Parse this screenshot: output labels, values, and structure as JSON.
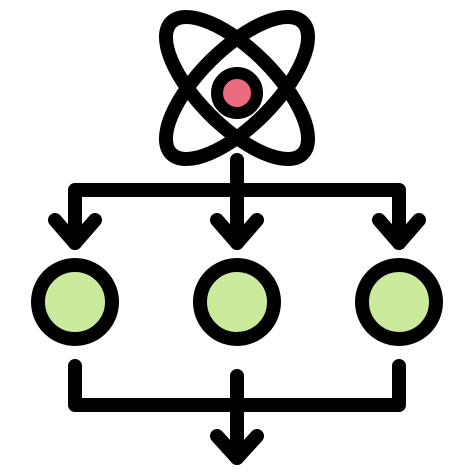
{
  "icon": {
    "name": "atom-distribution-icon",
    "colors": {
      "stroke": "#000000",
      "nucleus": "#ed6b7f",
      "node_fill": "#c9eb9b",
      "background": "#ffffff"
    },
    "nodes": [
      {
        "name": "node-left"
      },
      {
        "name": "node-center"
      },
      {
        "name": "node-right"
      }
    ]
  }
}
